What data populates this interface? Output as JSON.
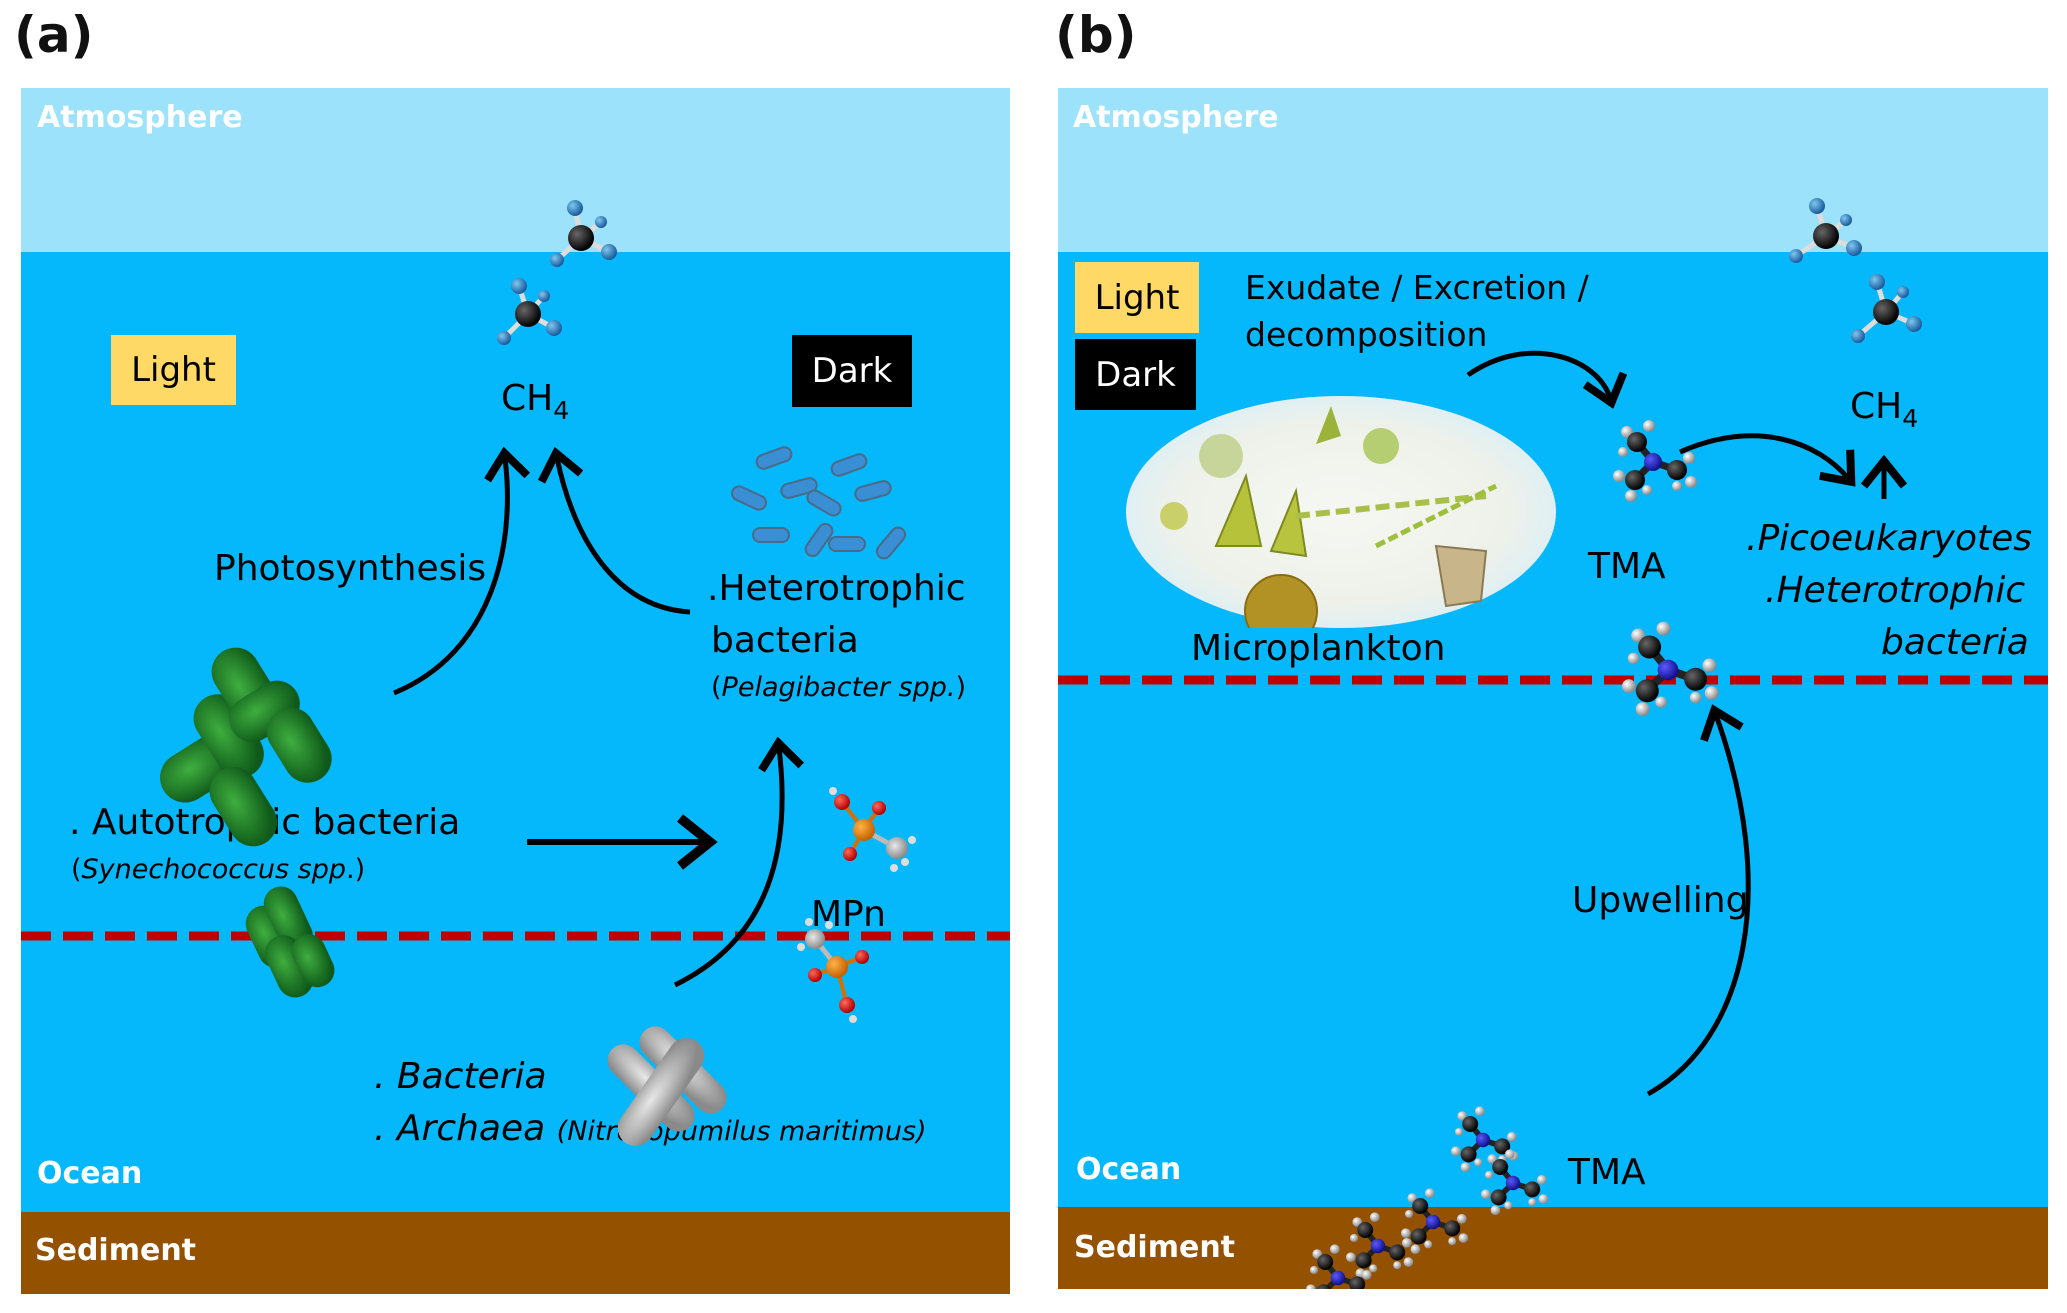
{
  "colors": {
    "atmosphere": "#9de2fb",
    "ocean": "#05b7fb",
    "sediment": "#945100",
    "light_box": "#ffd966",
    "dark_box": "#000000",
    "dashed_line": "#c00000",
    "arrow": "#000000"
  },
  "panel_a": {
    "label": "(a)",
    "zones": {
      "atmosphere": "Atmosphere",
      "ocean": "Ocean",
      "sediment": "Sediment"
    },
    "light_label": "Light",
    "dark_label": "Dark",
    "methane": {
      "formula_main": "CH",
      "formula_sub": "4"
    },
    "photosynthesis": "Photosynthesis",
    "autotrophic": {
      "name": ". Autotrophic bacteria",
      "species_open": "(",
      "species": "Synechococcus spp",
      "species_close": ".)"
    },
    "heterotrophic": {
      "line1": ".Heterotrophic",
      "line2": "bacteria",
      "species_open": "(",
      "species": "Pelagibacter spp.",
      "species_close": ")"
    },
    "mpn": "MPn",
    "bacteria": ". Bacteria",
    "archaea": ". Archaea",
    "archaea_species": "(Nitrosopumilus  maritimus)",
    "icons": [
      "methane-molecule-icon",
      "synechococcus-cell-icon",
      "pelagibacter-cells-icon",
      "mpn-molecule-icon",
      "archaea-rod-icon"
    ]
  },
  "panel_b": {
    "label": "(b)",
    "zones": {
      "atmosphere": "Atmosphere",
      "ocean": "Ocean",
      "sediment": "Sediment"
    },
    "light_label": "Light",
    "dark_label": "Dark",
    "exudate": {
      "line1": "Exudate / Excretion /",
      "line2": "decomposition"
    },
    "microplankton": "Microplankton",
    "tma_upper": "TMA",
    "tma_lower": "TMA",
    "methane": {
      "formula_main": "CH",
      "formula_sub": "4"
    },
    "producers": {
      "line1": ".Picoeukaryotes",
      "line2": ".Heterotrophic",
      "line3": "bacteria"
    },
    "upwelling": "Upwelling",
    "icons": [
      "methane-molecule-icon",
      "microplankton-image-icon",
      "tma-molecule-icon"
    ]
  }
}
